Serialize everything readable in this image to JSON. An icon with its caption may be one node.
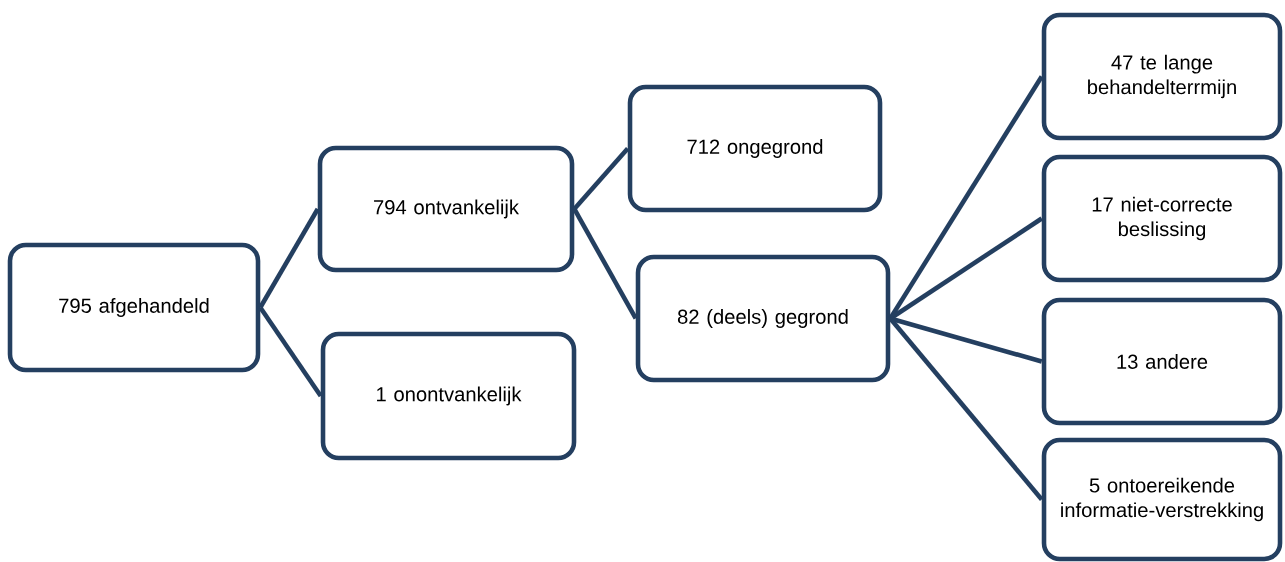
{
  "diagram": {
    "nodes": [
      {
        "text": [
          "795 afgehandeld"
        ]
      },
      {
        "text": [
          "794 ontvankelijk"
        ]
      },
      {
        "text": [
          "1 onontvankelijk"
        ]
      },
      {
        "text": [
          "712 ongegrond"
        ]
      },
      {
        "text": [
          "82 (deels) gegrond"
        ]
      },
      {
        "text": [
          "47 te lange behandelterrmijn"
        ]
      },
      {
        "text": [
          "17 niet-correcte beslissing"
        ]
      },
      {
        "text": [
          "13 andere"
        ]
      },
      {
        "text": [
          "5 ontoereikende informatie-verstrekking"
        ]
      }
    ],
    "edges": [
      {
        "from": 0,
        "to": 1,
        "arrow": "none"
      },
      {
        "from": 0,
        "to": 2,
        "arrow": "none"
      },
      {
        "from": 1,
        "to": 3,
        "arrow": "none"
      },
      {
        "from": 1,
        "to": 4,
        "arrow": "none"
      },
      {
        "from": 4,
        "to": 5,
        "arrow": "none"
      },
      {
        "from": 4,
        "to": 6,
        "arrow": "none"
      },
      {
        "from": 4,
        "to": 7,
        "arrow": "none"
      },
      {
        "from": 4,
        "to": 8,
        "arrow": "none"
      }
    ]
  }
}
